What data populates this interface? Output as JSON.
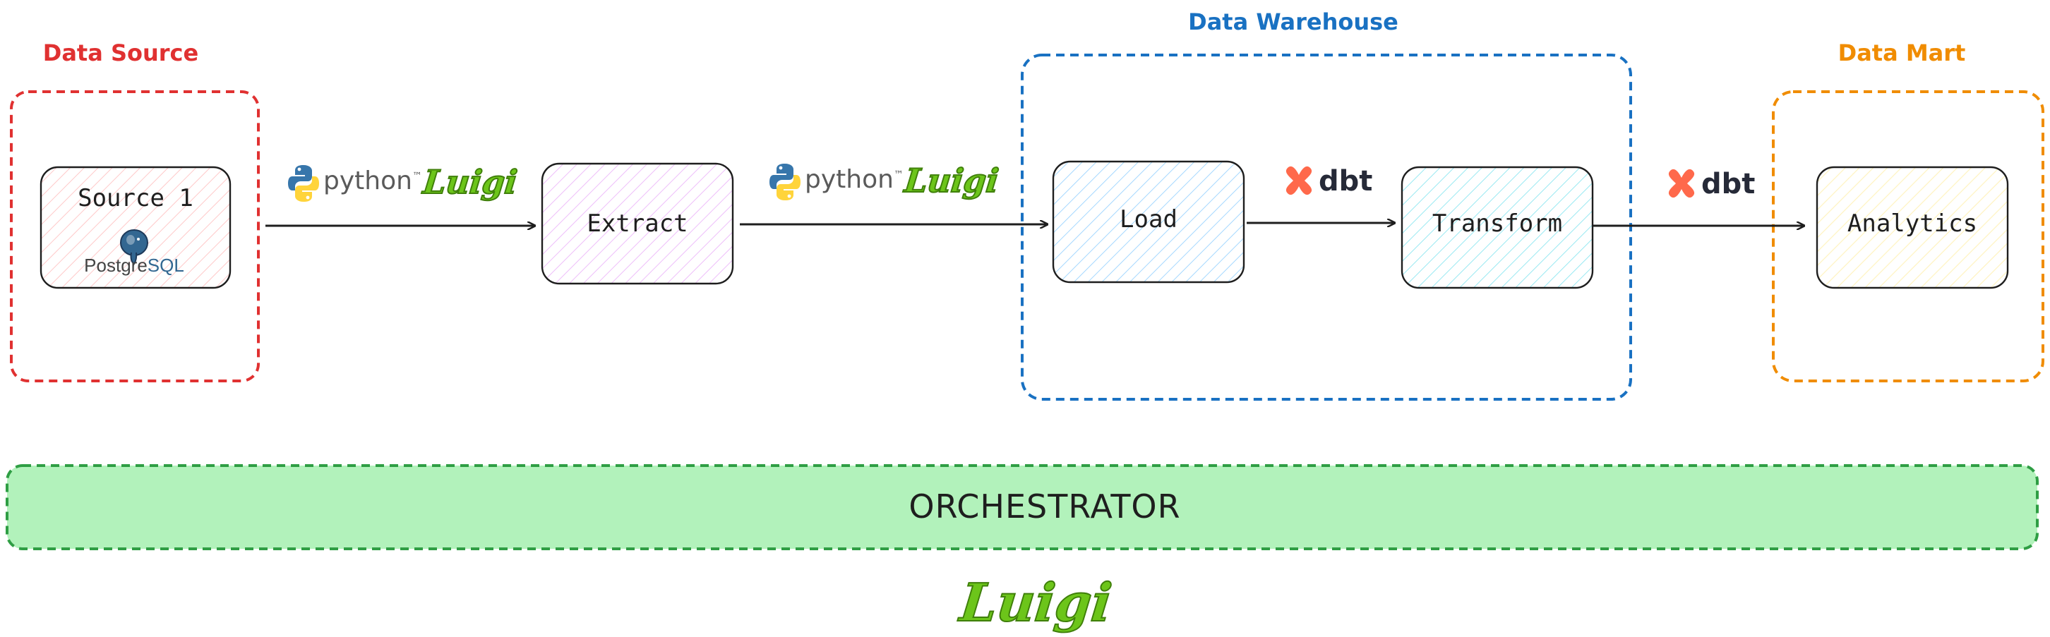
{
  "groups": {
    "source": {
      "title": "Data Source",
      "color": "#e03131"
    },
    "warehouse": {
      "title": "Data Warehouse",
      "color": "#1971c2"
    },
    "mart": {
      "title": "Data Mart",
      "color": "#f08c00"
    }
  },
  "nodes": {
    "source1": {
      "label": "Source 1",
      "logo_text_primary": "Postgre",
      "logo_text_secondary": "SQL",
      "fill": "#ffc9c9"
    },
    "extract": {
      "label": "Extract",
      "fill": "#eebefa"
    },
    "load": {
      "label": "Load",
      "fill": "#a5d8ff"
    },
    "transform": {
      "label": "Transform",
      "fill": "#99e9f2"
    },
    "analytics": {
      "label": "Analytics",
      "fill": "#fff3bf"
    }
  },
  "tools": {
    "python_label": "python",
    "python_trademark": "™",
    "luigi_label": "Luigi",
    "dbt_label": "dbt"
  },
  "orchestrator": {
    "label": "ORCHESTRATOR",
    "fill": "#b2f2bb",
    "border": "#2f9e44"
  },
  "colors": {
    "edge": "#1e1e1e",
    "node_border": "#1e1e1e",
    "python_blue": "#3776ab",
    "python_yellow": "#ffd43b",
    "dbt_orange": "#ff694b",
    "luigi_green": "#6cc51a",
    "postgres_blue": "#336791"
  }
}
